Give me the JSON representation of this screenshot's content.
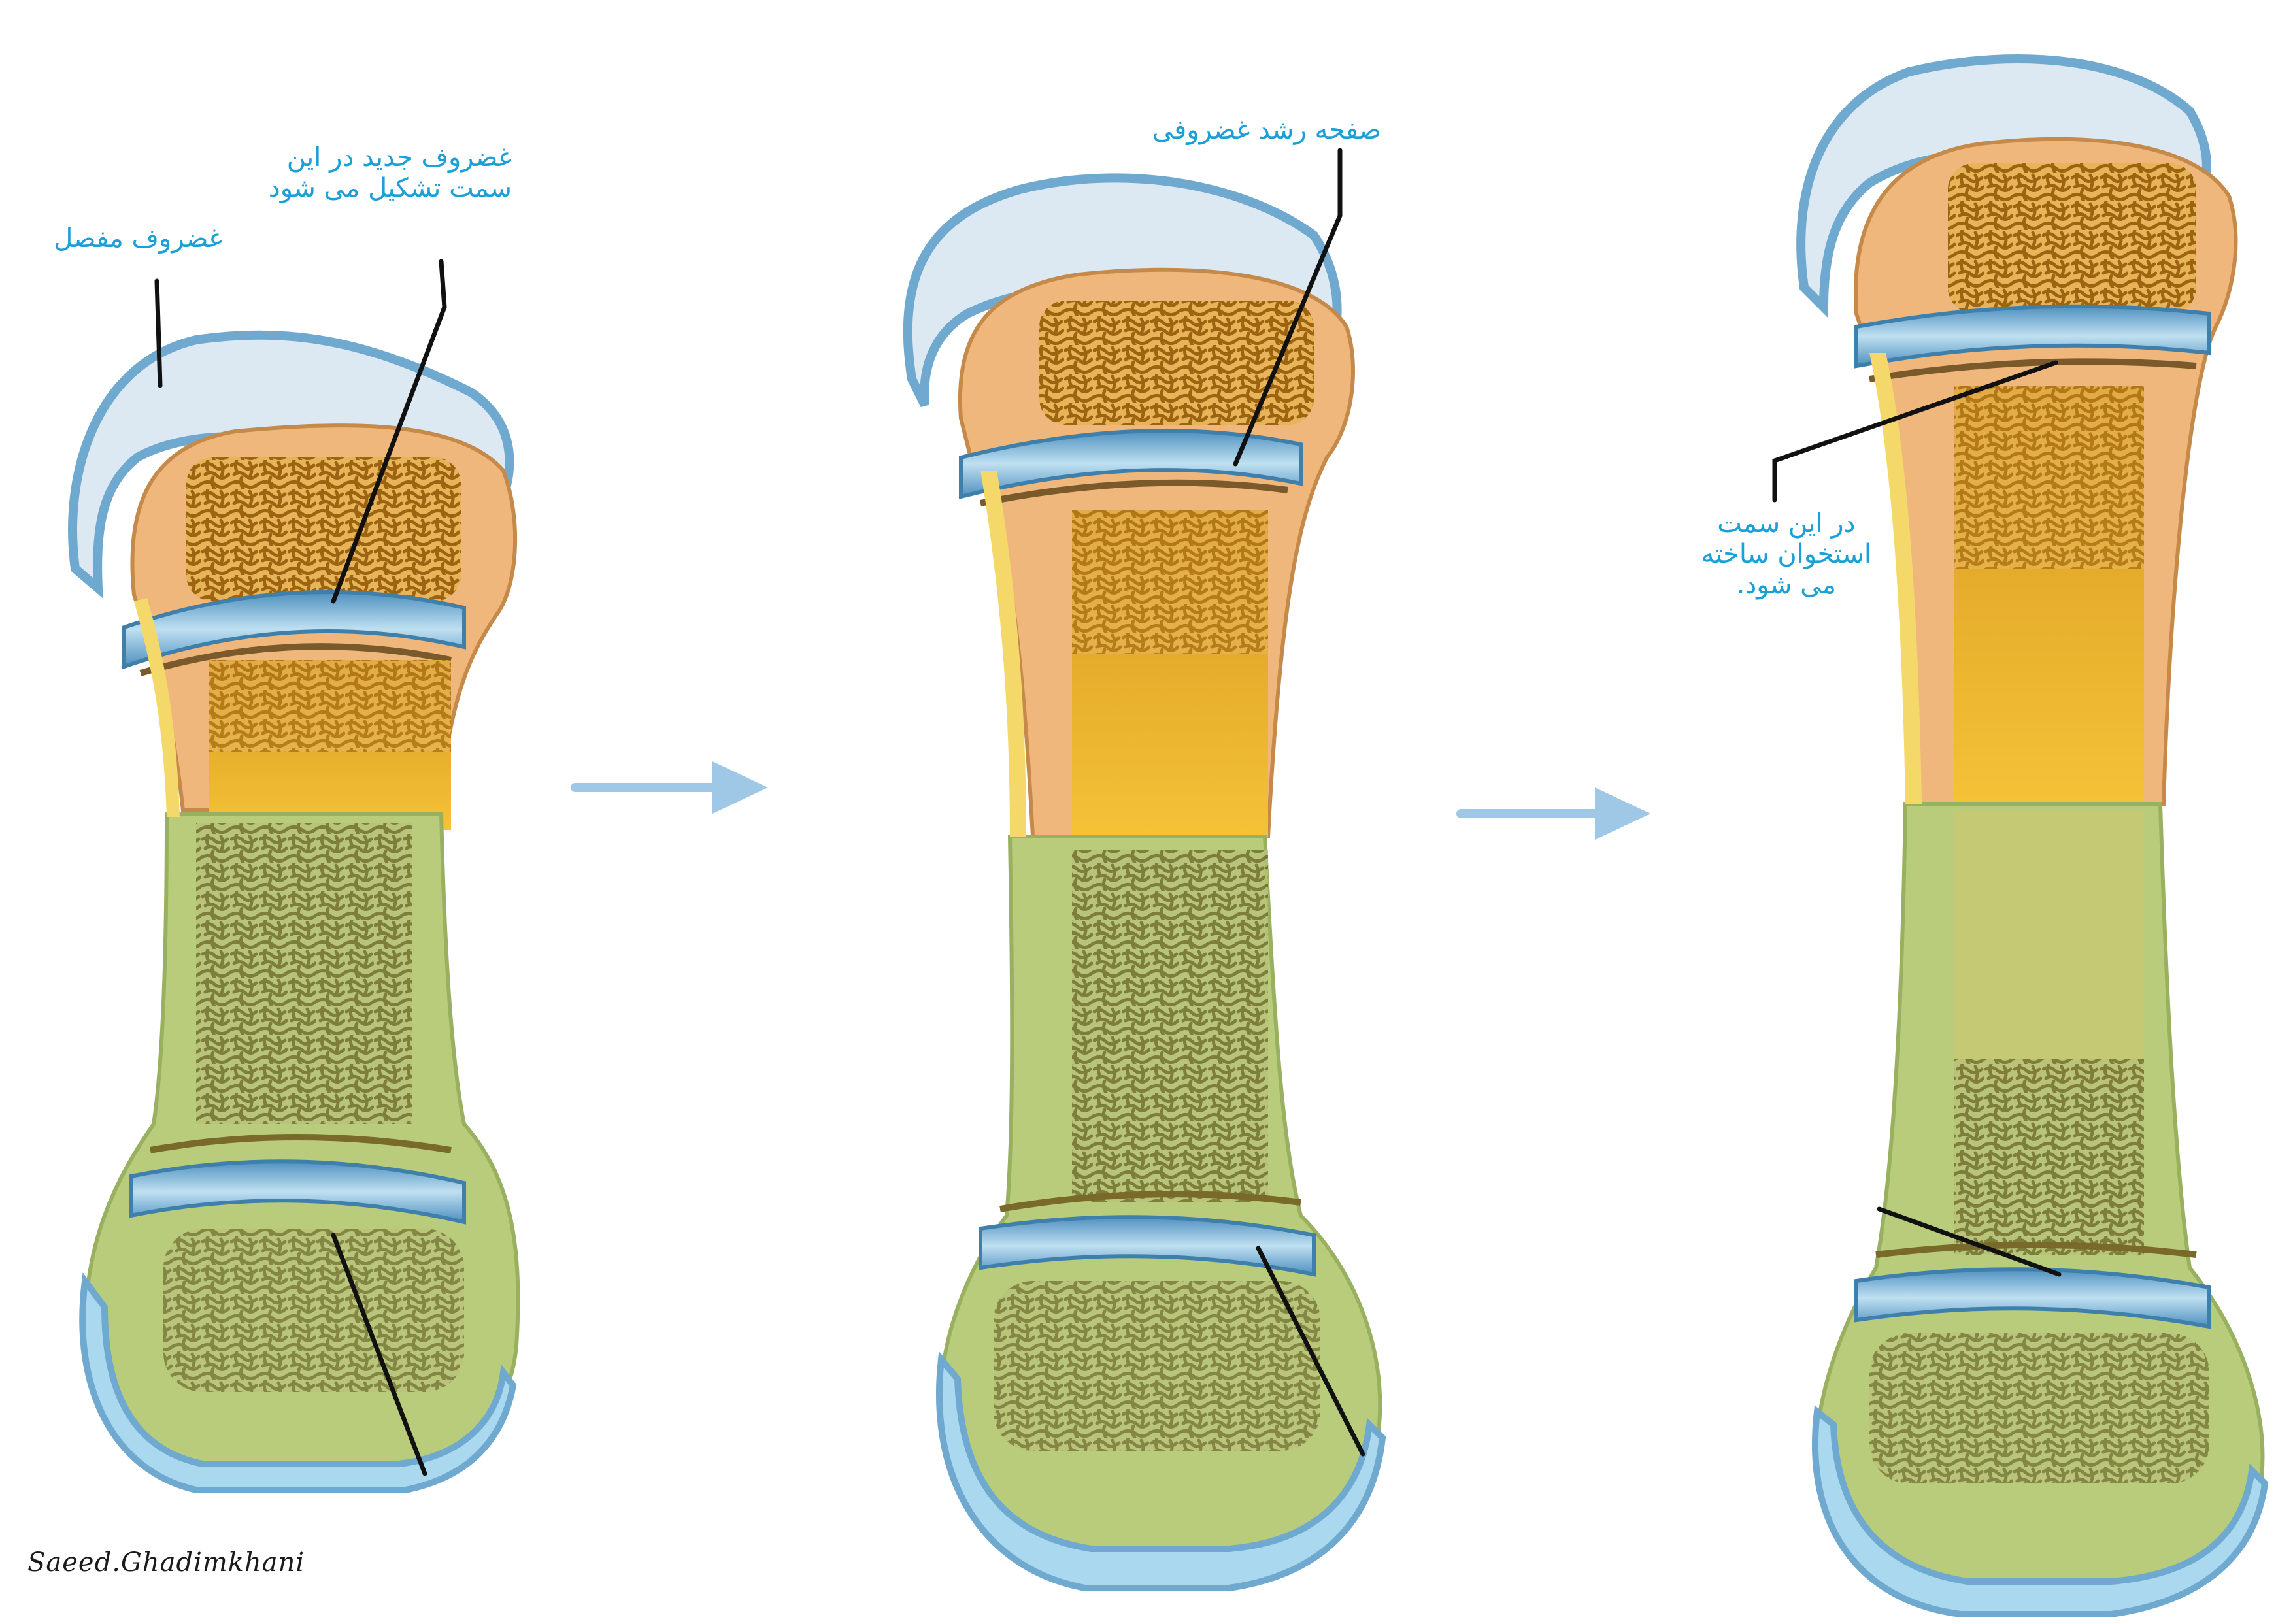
{
  "labels": {
    "articular_cartilage": "غضروف مفصل",
    "new_cartilage_line1": "غضروف جدید در این",
    "new_cartilage_line2": "سمت تشکیل می شود",
    "growth_plate": "صفحه رشد غضروفی",
    "bone_formed_line1": "در این سمت",
    "bone_formed_line2": "استخوان ساخته",
    "bone_formed_line3": "می شود."
  },
  "signature": "Saeed.Ghadimkhani",
  "colors": {
    "label_text": "#1aa0d6",
    "leader_line": "#111111",
    "arrow": "#9fc8e6",
    "cartilage_cap": "#dde9f2",
    "cartilage_edge": "#6fa9cf",
    "epiphysis": "#f0b77c",
    "spongy_bone": "#c98a1c",
    "diaphysis_overlay": "#b9cc7c",
    "growth_plate": "#5e9ec7",
    "bottom_cap": "#a9d8ef"
  }
}
